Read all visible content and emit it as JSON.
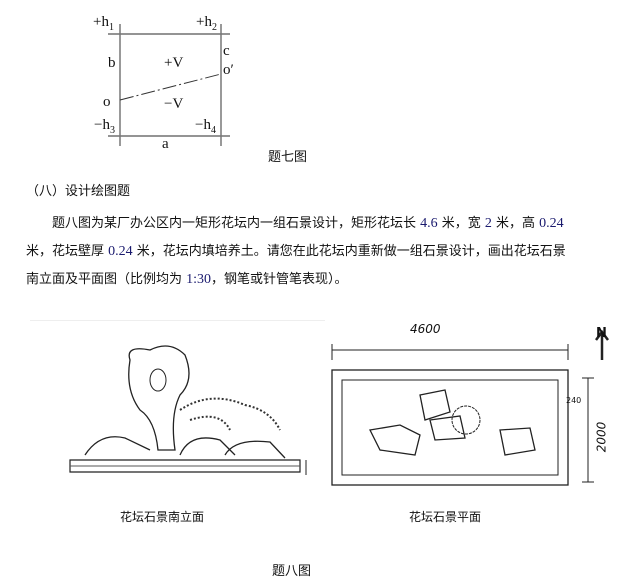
{
  "fig7": {
    "labels": {
      "h1": "+h",
      "h1s": "1",
      "h2": "+h",
      "h2s": "2",
      "h3": "−h",
      "h3s": "3",
      "h4": "−h",
      "h4s": "4",
      "a": "a",
      "b": "b",
      "c": "c",
      "o": "o",
      "o2": "o′",
      "pv": "+V",
      "nv": "−V"
    },
    "caption": "题七图"
  },
  "section": {
    "heading": "（八）设计绘图题",
    "p1": "题八图为某厂办公区内一矩形花坛内一组石景设计，矩形花坛长 ",
    "v1": "4.6",
    "p2": " 米，宽 ",
    "v2": "2",
    "p3": " 米，高 ",
    "v3": "0.24",
    "p4": "米，花坛壁厚 ",
    "v4": "0.24",
    "p5": " 米，花坛内填培养土。请您在此花坛内重新做一组石景设计，画出花坛石景",
    "p6": "南立面及平面图（比例均为 ",
    "v5": "1:30",
    "p7": "，钢笔或针管笔表现）。"
  },
  "fig8": {
    "elevation_caption": "花坛石景南立面",
    "plan_caption": "花坛石景平面",
    "dim_length": "4600",
    "dim_width": "2000",
    "dim_wall": "240",
    "north": "N",
    "caption": "题八图"
  }
}
